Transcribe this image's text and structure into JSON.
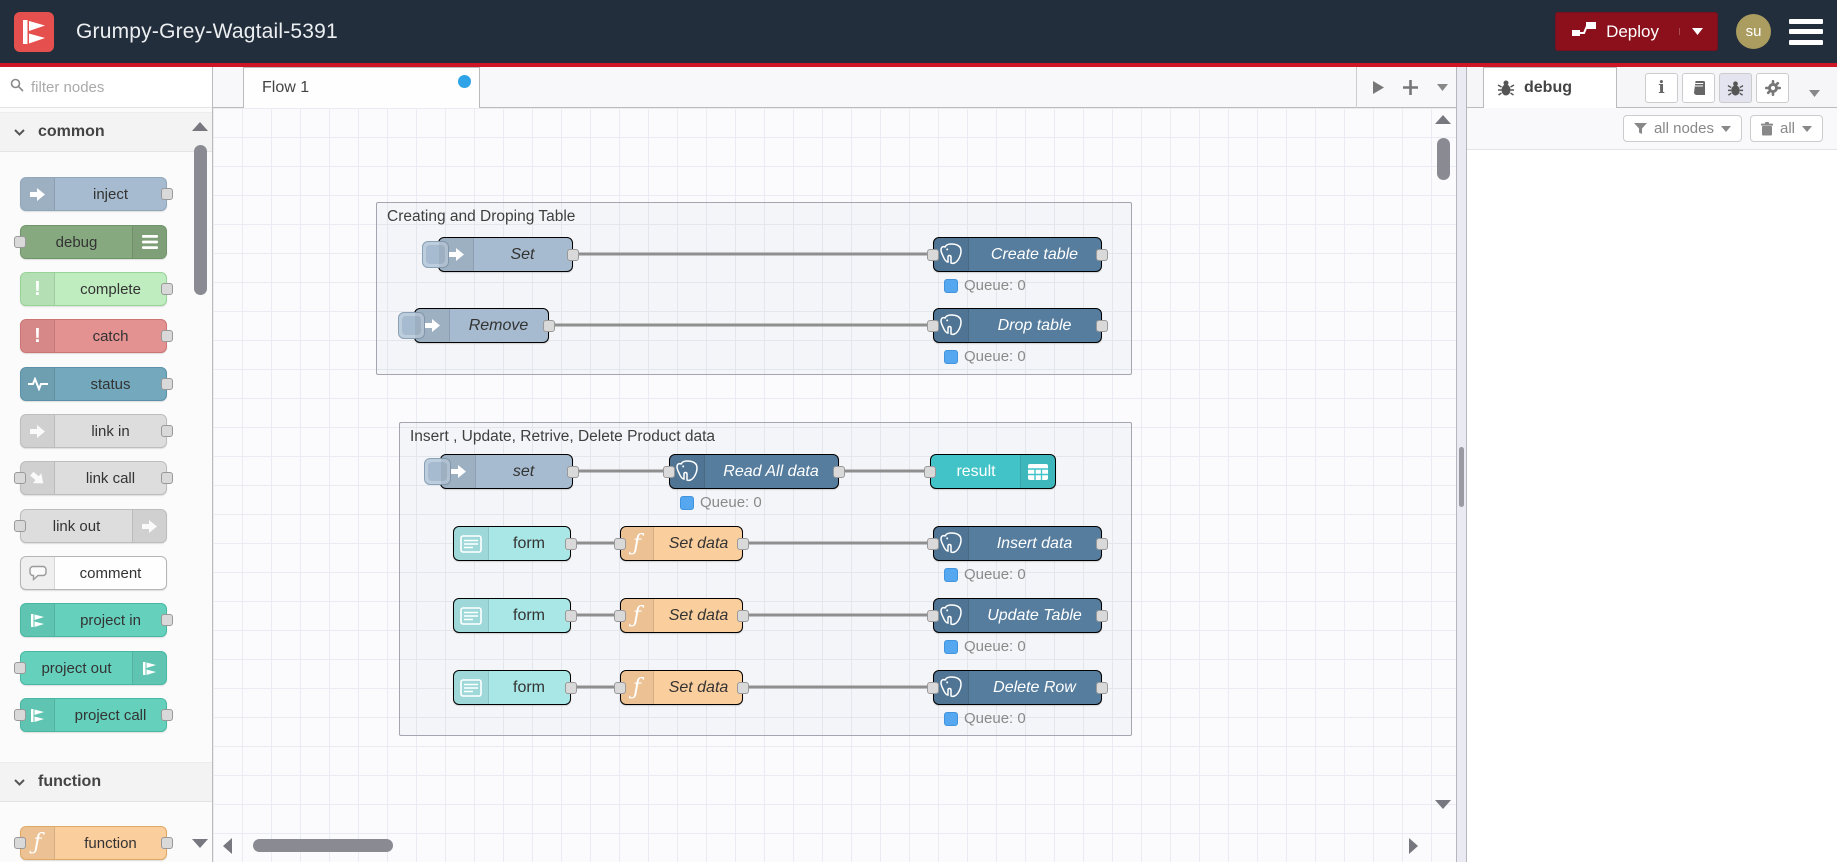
{
  "header": {
    "title": "Grumpy-Grey-Wagtail-5391",
    "deploy_label": "Deploy",
    "user_initials": "su"
  },
  "palette": {
    "filter_placeholder": "filter nodes",
    "categories": [
      {
        "label": "common",
        "items": [
          {
            "label": "inject"
          },
          {
            "label": "debug"
          },
          {
            "label": "complete"
          },
          {
            "label": "catch"
          },
          {
            "label": "status"
          },
          {
            "label": "link in"
          },
          {
            "label": "link call"
          },
          {
            "label": "link out"
          },
          {
            "label": "comment"
          },
          {
            "label": "project in"
          },
          {
            "label": "project out"
          },
          {
            "label": "project call"
          }
        ]
      },
      {
        "label": "function",
        "items": [
          {
            "label": "function"
          }
        ]
      }
    ]
  },
  "workspace": {
    "tab_label": "Flow 1",
    "groups": [
      {
        "title": "Creating and Droping Table"
      },
      {
        "title": "Insert , Update, Retrive, Delete Product data"
      }
    ],
    "nodes": {
      "set_inject": {
        "label": "Set"
      },
      "create_table": {
        "label": "Create table",
        "status": "Queue: 0"
      },
      "remove_inject": {
        "label": "Remove"
      },
      "drop_table": {
        "label": "Drop table",
        "status": "Queue: 0"
      },
      "set_inject2": {
        "label": "set"
      },
      "read_all": {
        "label": "Read All data",
        "status": "Queue: 0"
      },
      "result": {
        "label": "result"
      },
      "form1": {
        "label": "form"
      },
      "form2": {
        "label": "form"
      },
      "form3": {
        "label": "form"
      },
      "set_data1": {
        "label": "Set data"
      },
      "set_data2": {
        "label": "Set data"
      },
      "set_data3": {
        "label": "Set data"
      },
      "insert_data": {
        "label": "Insert data",
        "status": "Queue: 0"
      },
      "update_table": {
        "label": "Update Table",
        "status": "Queue: 0"
      },
      "delete_row": {
        "label": "Delete Row",
        "status": "Queue: 0"
      }
    }
  },
  "sidebar": {
    "tab_label": "debug",
    "filter_button": "all nodes",
    "clear_button": "all"
  },
  "colors": {
    "header_bg": "#232e3c",
    "brand_red": "#cf1626",
    "logo_red": "#e5504e",
    "deploy_bg": "#8c101c",
    "status_dot_blue": "#55a7f0",
    "modified_dot_blue": "#2fa3e8",
    "node_inject": "#a6bbcf",
    "node_debug": "#87a980",
    "node_complete": "#c0edc0",
    "node_catch": "#e49191",
    "node_status": "#74a9bd",
    "node_link": "#dddddd",
    "node_project": "#65d1bd",
    "node_function": "#fbce9d",
    "node_postgres": "#567d9e",
    "node_ui_table": "#42c3c8",
    "node_ui_form": "#a9e6e6"
  },
  "icons": {
    "search": "magnifier",
    "inject": "right-arrow",
    "debug": "list-bars",
    "complete": "exclamation",
    "catch": "exclamation",
    "status": "pulse-line",
    "link": "right-arrow",
    "comment": "speech-bubble",
    "project": "node-red-mark",
    "function": "florin-f",
    "postgres": "elephant-outline",
    "ui_form": "form-lines",
    "ui_table": "grid-table",
    "deploy": "wired-nodes",
    "sidebar": [
      "info",
      "book",
      "bug",
      "gear"
    ],
    "filter": "funnel",
    "clear": "trash"
  }
}
